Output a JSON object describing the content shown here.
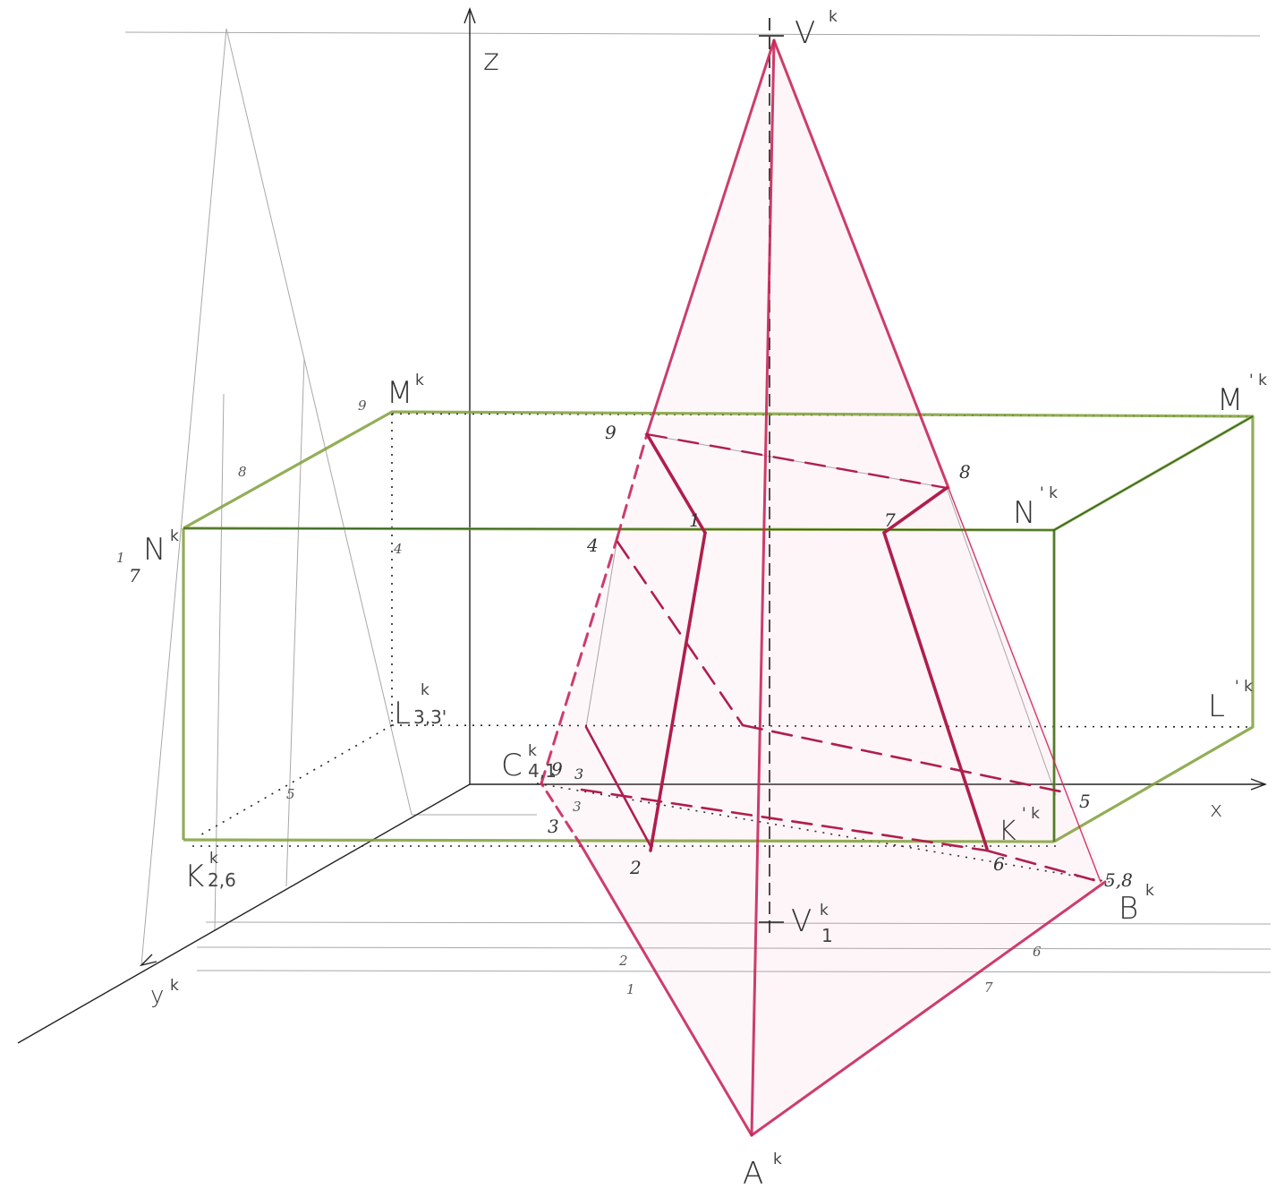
{
  "colors": {
    "pyramid": "#c8285a",
    "pyramid_light": "#e89ab4",
    "prism": "#7fa03a",
    "axis": "#222222",
    "pencil": "#9a9a9a",
    "paper": "#ffffff"
  },
  "axes": {
    "z": "z",
    "x": "x",
    "y": "y",
    "y_sup": "k"
  },
  "labels": {
    "V": "V",
    "V_sup": "k",
    "V1": "V",
    "V1_sup": "k",
    "V1_sub": "1",
    "A": "A",
    "A_sup": "k",
    "B": "B",
    "B_sup": "k",
    "B_pre": "5,8",
    "C": "C",
    "C_sup": "k",
    "C_sub": "4,1",
    "C_post": "9",
    "C_post2": "3",
    "M": "M",
    "M_sup": "k",
    "N": "N",
    "N_sup": "k",
    "N_pre_top": "1",
    "N_pre_bot": "7",
    "L": "L",
    "L_sup": "k",
    "L_sub": "3,3'",
    "K": "K",
    "K_sup": "k",
    "K_sub": "2,6",
    "Mp": "M",
    "Mp_sup": "' k",
    "Np": "N",
    "Np_sup": "' k",
    "Lp": "L",
    "Lp_sup": "' k",
    "Kp": "K",
    "Kp_sup": "' k"
  },
  "points": {
    "p9": "9",
    "p8": "8",
    "p7": "7",
    "p1": "1",
    "p4": "4",
    "p5": "5",
    "p6": "6",
    "p2": "2",
    "p3": "3",
    "side_9": "9",
    "side_8": "8",
    "side_4": "4",
    "side_5": "5",
    "grd_2": "2",
    "grd_1": "1",
    "grd_6": "6",
    "grd_7": "7",
    "grd_3": "3"
  }
}
